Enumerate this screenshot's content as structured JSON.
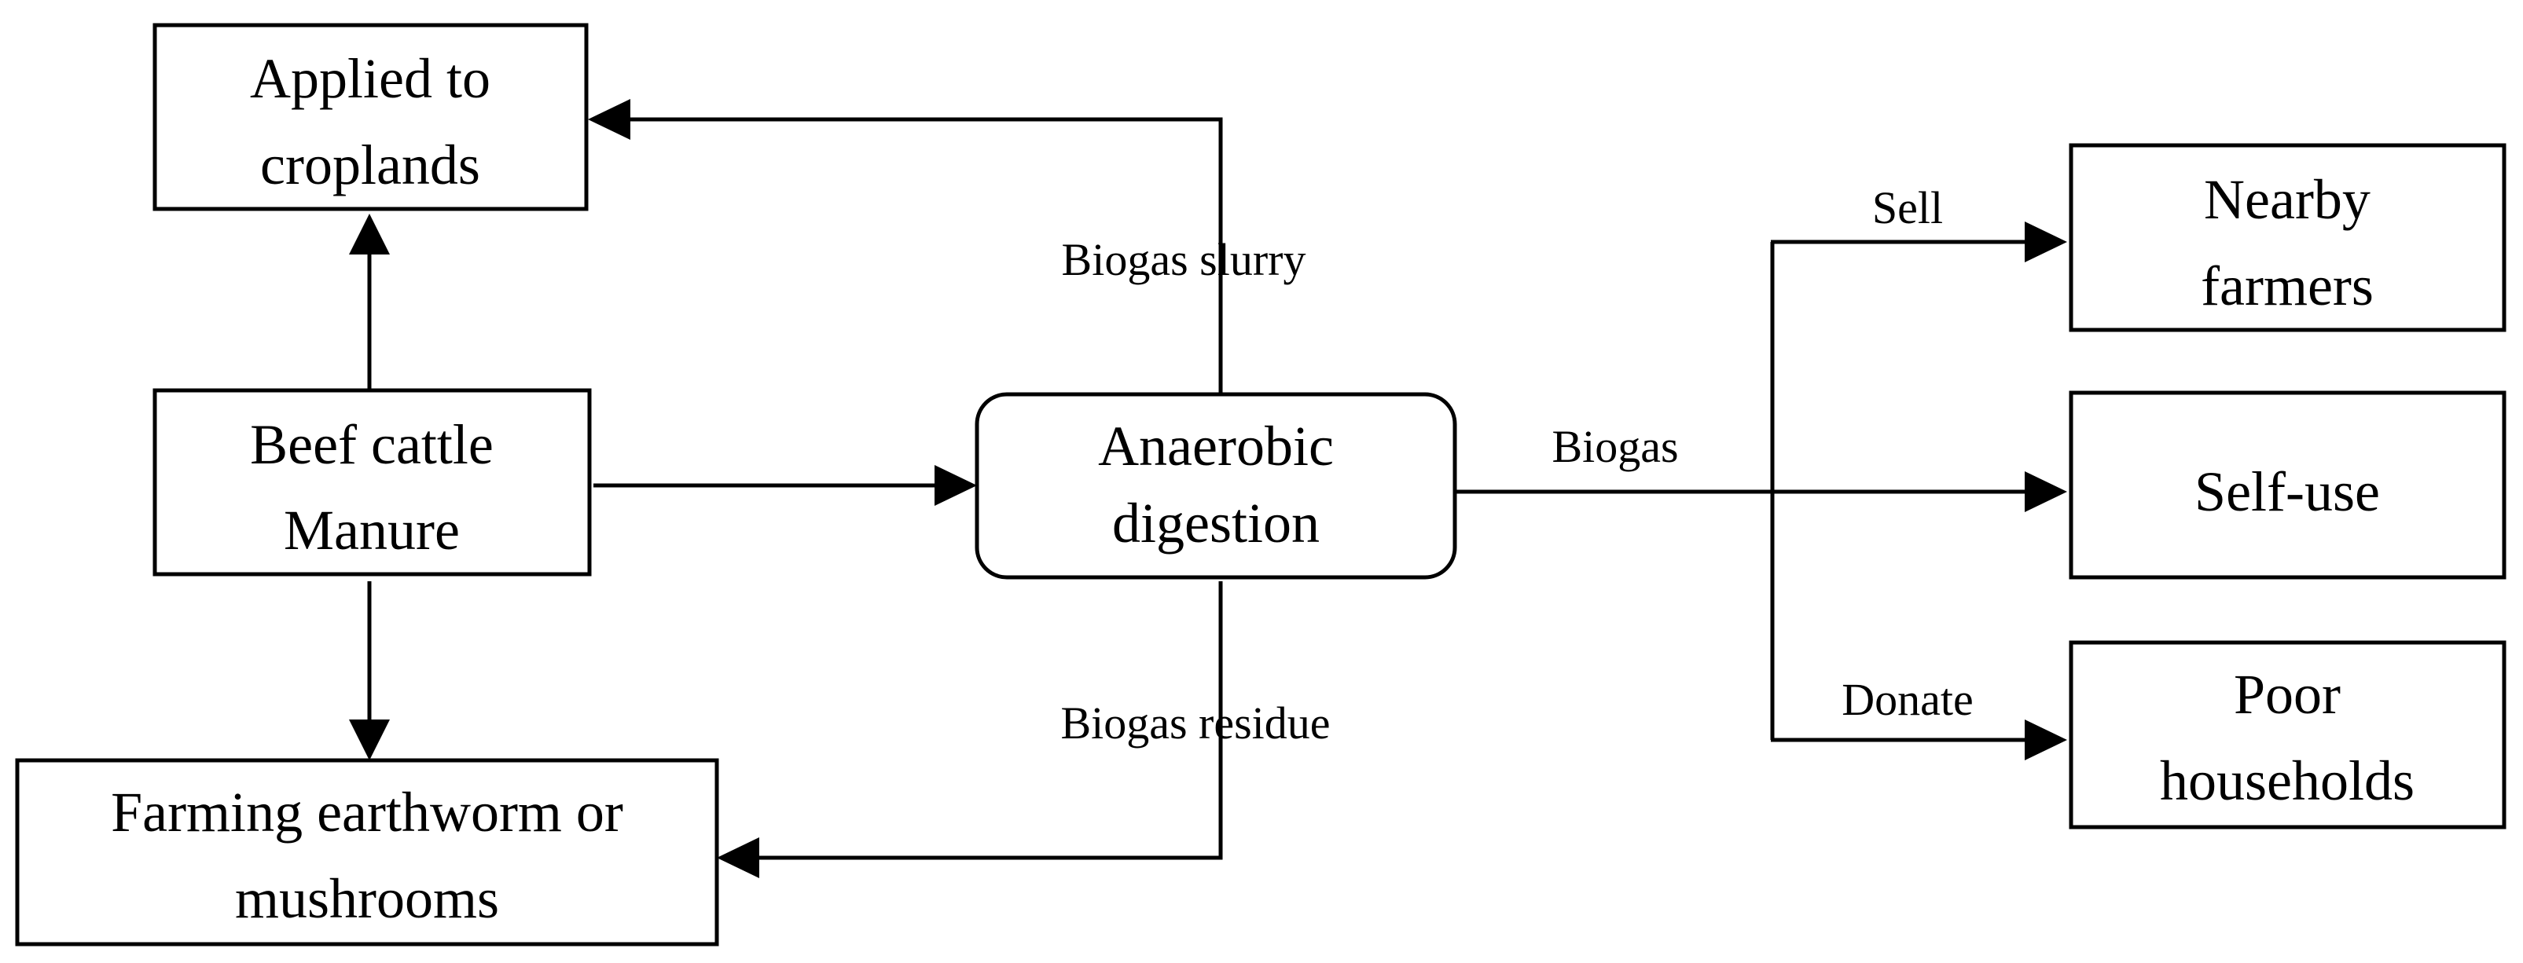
{
  "nodes": {
    "applied_croplands": {
      "line1": "Applied to",
      "line2": "croplands"
    },
    "beef_cattle_manure": {
      "line1": "Beef cattle",
      "line2": "Manure"
    },
    "farming": {
      "line1": "Farming earthworm or",
      "line2": "mushrooms"
    },
    "anaerobic_digestion": {
      "line1": "Anaerobic",
      "line2": "digestion"
    },
    "nearby_farmers": {
      "line1": "Nearby",
      "line2": "farmers"
    },
    "self_use": {
      "line1": "Self-use"
    },
    "poor_households": {
      "line1": "Poor",
      "line2": "households"
    }
  },
  "edge_labels": {
    "biogas_slurry": "Biogas slurry",
    "biogas_residue": "Biogas residue",
    "biogas": "Biogas",
    "sell": "Sell",
    "donate": "Donate"
  }
}
